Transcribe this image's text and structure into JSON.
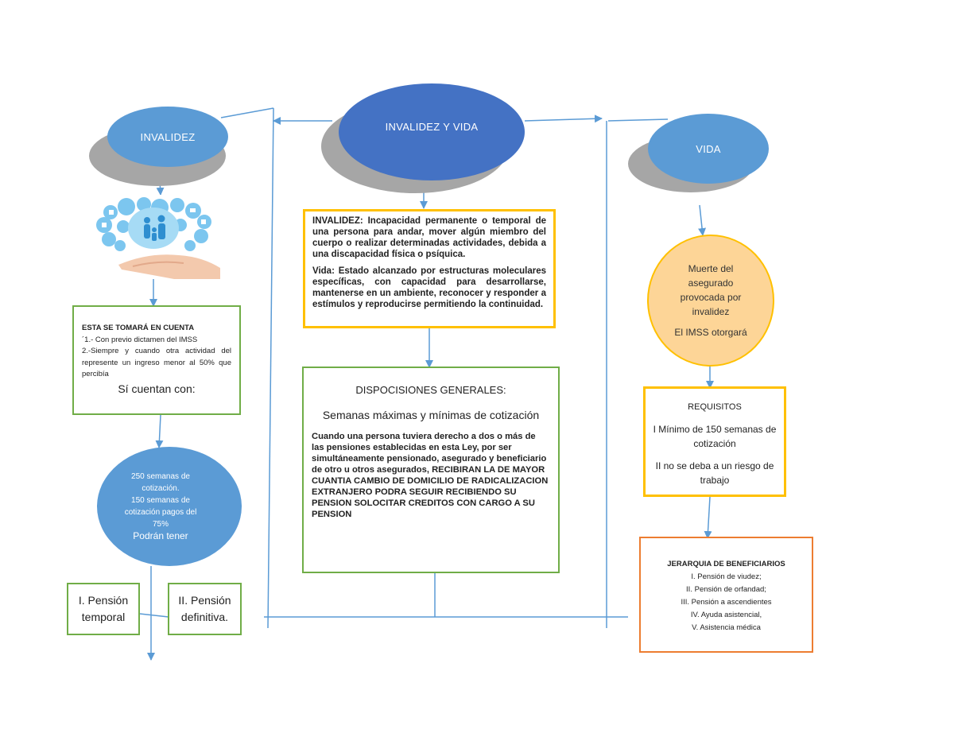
{
  "colors": {
    "oval_blue": "#5b9bd5",
    "oval_dark_blue": "#4472c4",
    "shadow_gray": "#a6a6a6",
    "green_border": "#70ad47",
    "yellow_border": "#ffc000",
    "orange_border": "#ed7d31",
    "peach_fill": "#fdd597",
    "connector": "#5b9bd5"
  },
  "center": {
    "title": "INVALIDEZ Y VIDA",
    "definitions": {
      "invalidez_label": "INVALIDEZ:",
      "invalidez_text": "Incapacidad permanente o temporal de una persona para andar, mover algún miembro del cuerpo o realizar determinadas actividades, debida a una discapacidad física o psíquica.",
      "vida_label": "Vida:",
      "vida_text": "Estado alcanzado por estructuras moleculares específicas, con capacidad para desarrollarse, mantenerse en un ambiente, reconocer y responder a estímulos y reproducirse permitiendo la continuidad."
    },
    "general": {
      "title": "DISPOCISIONES GENERALES:",
      "subtitle": "Semanas máximas y mínimas de cotización",
      "paragraph": "Cuando una persona tuviera derecho a dos o más de las pensiones establecidas en esta Ley, por ser simultáneamente pensionado, asegurado y beneficiario de otro u otros asegurados,",
      "caps": "RECIBIRAN LA DE MAYOR CUANTIA CAMBIO DE DOMICILIO DE RADICALIZACION EXTRANJERO PODRA SEGUIR RECIBIENDO SU PENSION SOLOCITAR CREDITOS CON CARGO A SU PENSION"
    }
  },
  "left": {
    "title": "INVALIDEZ",
    "image_icon": "hand-holding-family-icon",
    "consider": {
      "heading": "ESTA SE TOMARÁ EN CUENTA",
      "item1": "´1.- Con previo dictamen del IMSS",
      "item2": "2.-Siempre y cuando otra actividad del represente un ingreso menor al 50% que percibía",
      "footer": "Sí cuentan con:"
    },
    "weeks": {
      "line1": "250 semanas de cotización.",
      "line2": "150 semanas de cotización pagos del 75%",
      "line3": "Podrán tener"
    },
    "pension_temporal": "I. Pensión temporal",
    "pension_definitiva": "II. Pensión definitiva."
  },
  "right": {
    "title": "VIDA",
    "death": {
      "text": "Muerte del asegurado provocada por invalidez",
      "otorga": "El IMSS otorgará"
    },
    "requirements": {
      "heading": "REQUISITOS",
      "item1": "I Mínimo de 150 semanas de cotización",
      "item2": "II no se deba a un riesgo de trabajo"
    },
    "hierarchy": {
      "heading": "JERARQUIA DE BENEFICIARIOS",
      "items": [
        "I. Pensión de viudez;",
        "II. Pensión de orfandad;",
        "III. Pensión a ascendientes",
        "IV. Ayuda asistencial,",
        "V. Asistencia médica"
      ]
    }
  }
}
